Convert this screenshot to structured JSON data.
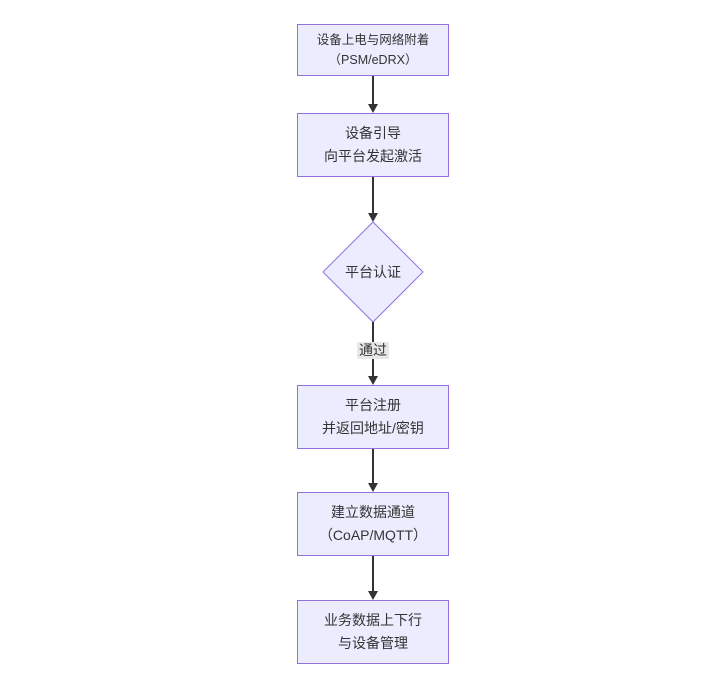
{
  "diagram": {
    "type": "flowchart",
    "direction": "TD",
    "nodes": [
      {
        "id": "power-attach",
        "shape": "rect",
        "lines": [
          "设备上电与网络附着",
          "（PSM/eDRX）"
        ]
      },
      {
        "id": "bootstrap-activate",
        "shape": "rect",
        "lines": [
          "设备引导",
          "向平台发起激活"
        ]
      },
      {
        "id": "platform-auth",
        "shape": "diamond",
        "lines": [
          "平台认证"
        ]
      },
      {
        "id": "platform-register",
        "shape": "rect",
        "lines": [
          "平台注册",
          "并返回地址/密钥"
        ]
      },
      {
        "id": "data-channel",
        "shape": "rect",
        "lines": [
          "建立数据通道",
          "（CoAP/MQTT）"
        ]
      },
      {
        "id": "business-data",
        "shape": "rect",
        "lines": [
          "业务数据上下行",
          "与设备管理"
        ]
      }
    ],
    "edges": [
      {
        "from": "power-attach",
        "to": "bootstrap-activate",
        "label": ""
      },
      {
        "from": "bootstrap-activate",
        "to": "platform-auth",
        "label": ""
      },
      {
        "from": "platform-auth",
        "to": "platform-register",
        "label": "通过"
      },
      {
        "from": "platform-register",
        "to": "data-channel",
        "label": ""
      },
      {
        "from": "data-channel",
        "to": "business-data",
        "label": ""
      }
    ],
    "colors": {
      "background": "#ffffff",
      "node_fill": "#ececff",
      "node_border": "#9370db",
      "text": "#333333",
      "arrow": "#333333",
      "edge_label_bg": "#e8e8e8"
    }
  }
}
